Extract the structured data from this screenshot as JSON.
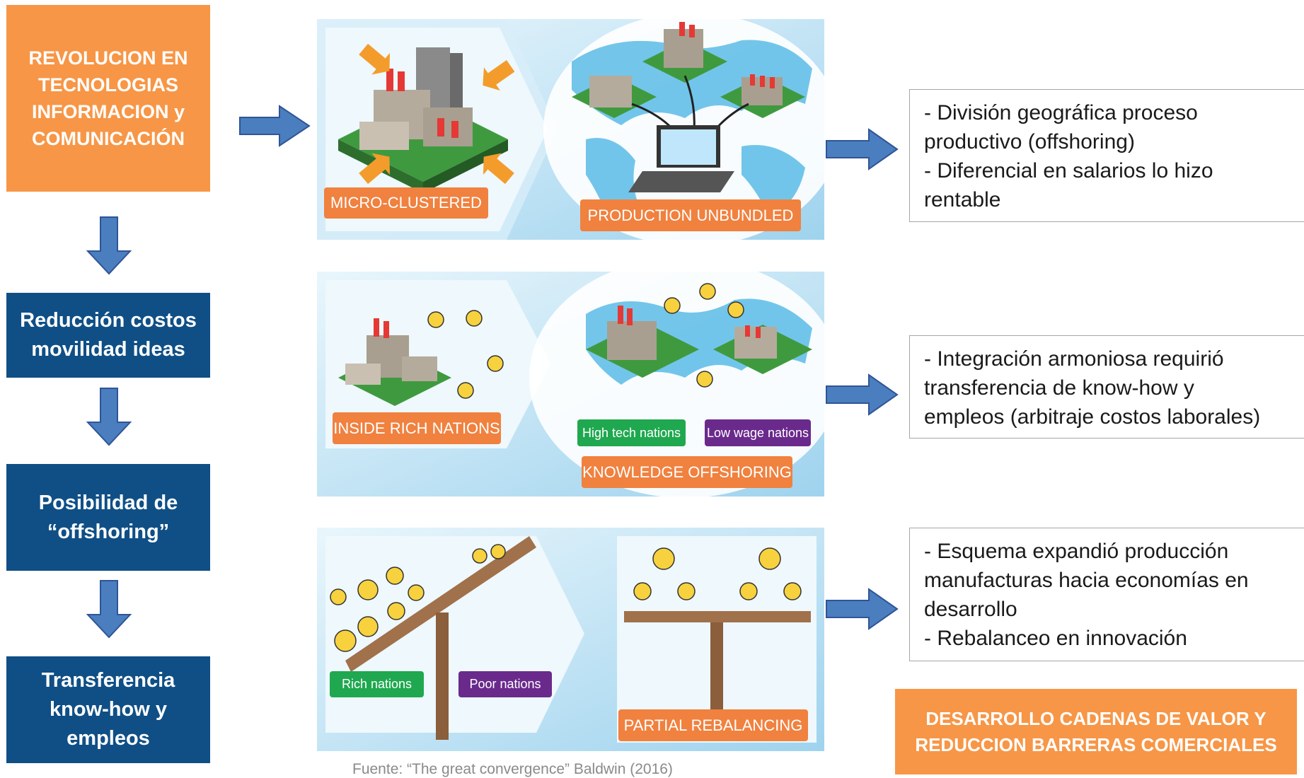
{
  "left_flow": {
    "box1": "REVOLUCION EN\nTECNOLOGIAS\nINFORMACION y\nCOMUNICACIÓN",
    "box2": "Reducción costos\nmovilidad ideas",
    "box3": "Posibilidad de\n“offshoring”",
    "box4": "Transferencia\nknow-how y\nempleos"
  },
  "panels": {
    "p1_left_tag": "MICRO-CLUSTERED",
    "p1_right_tag": "PRODUCTION UNBUNDLED",
    "p2_left_tag": "INSIDE RICH NATIONS",
    "p2_high_tech": "High tech nations",
    "p2_low_wage": "Low wage nations",
    "p2_right_tag": "KNOWLEDGE OFFSHORING",
    "p3_rich": "Rich nations",
    "p3_poor": "Poor nations",
    "p3_right_tag": "PARTIAL REBALANCING"
  },
  "notes": {
    "note1": "- División geográfica proceso\nproductivo (offshoring)\n- Diferencial en salarios lo hizo\nrentable",
    "note2": "- Integración armoniosa requirió\ntransferencia de know-how y\nempleos (arbitraje costos laborales)",
    "note3": "- Esquema expandió producción\nmanufacturas hacia economías en\ndesarrollo\n- Rebalanceo en innovación"
  },
  "conclusion": "DESARROLLO CADENAS DE VALOR Y\nREDUCCION BARRERAS COMERCIALES",
  "source": "Fuente: “The great convergence” Baldwin (2016)",
  "colors": {
    "orange": "#f79646",
    "navy": "#0f4f86",
    "arrow_fill": "#4a7ebf",
    "arrow_stroke": "#2f5597",
    "tag_orange": "#f0813f",
    "tag_green": "#1fa84f",
    "tag_purple": "#6a2a8c"
  },
  "icons": [
    "down-arrow-icon",
    "right-arrow-icon",
    "factory-icon",
    "laptop-icon",
    "world-map-icon",
    "lightbulb-icon",
    "seesaw-icon"
  ]
}
